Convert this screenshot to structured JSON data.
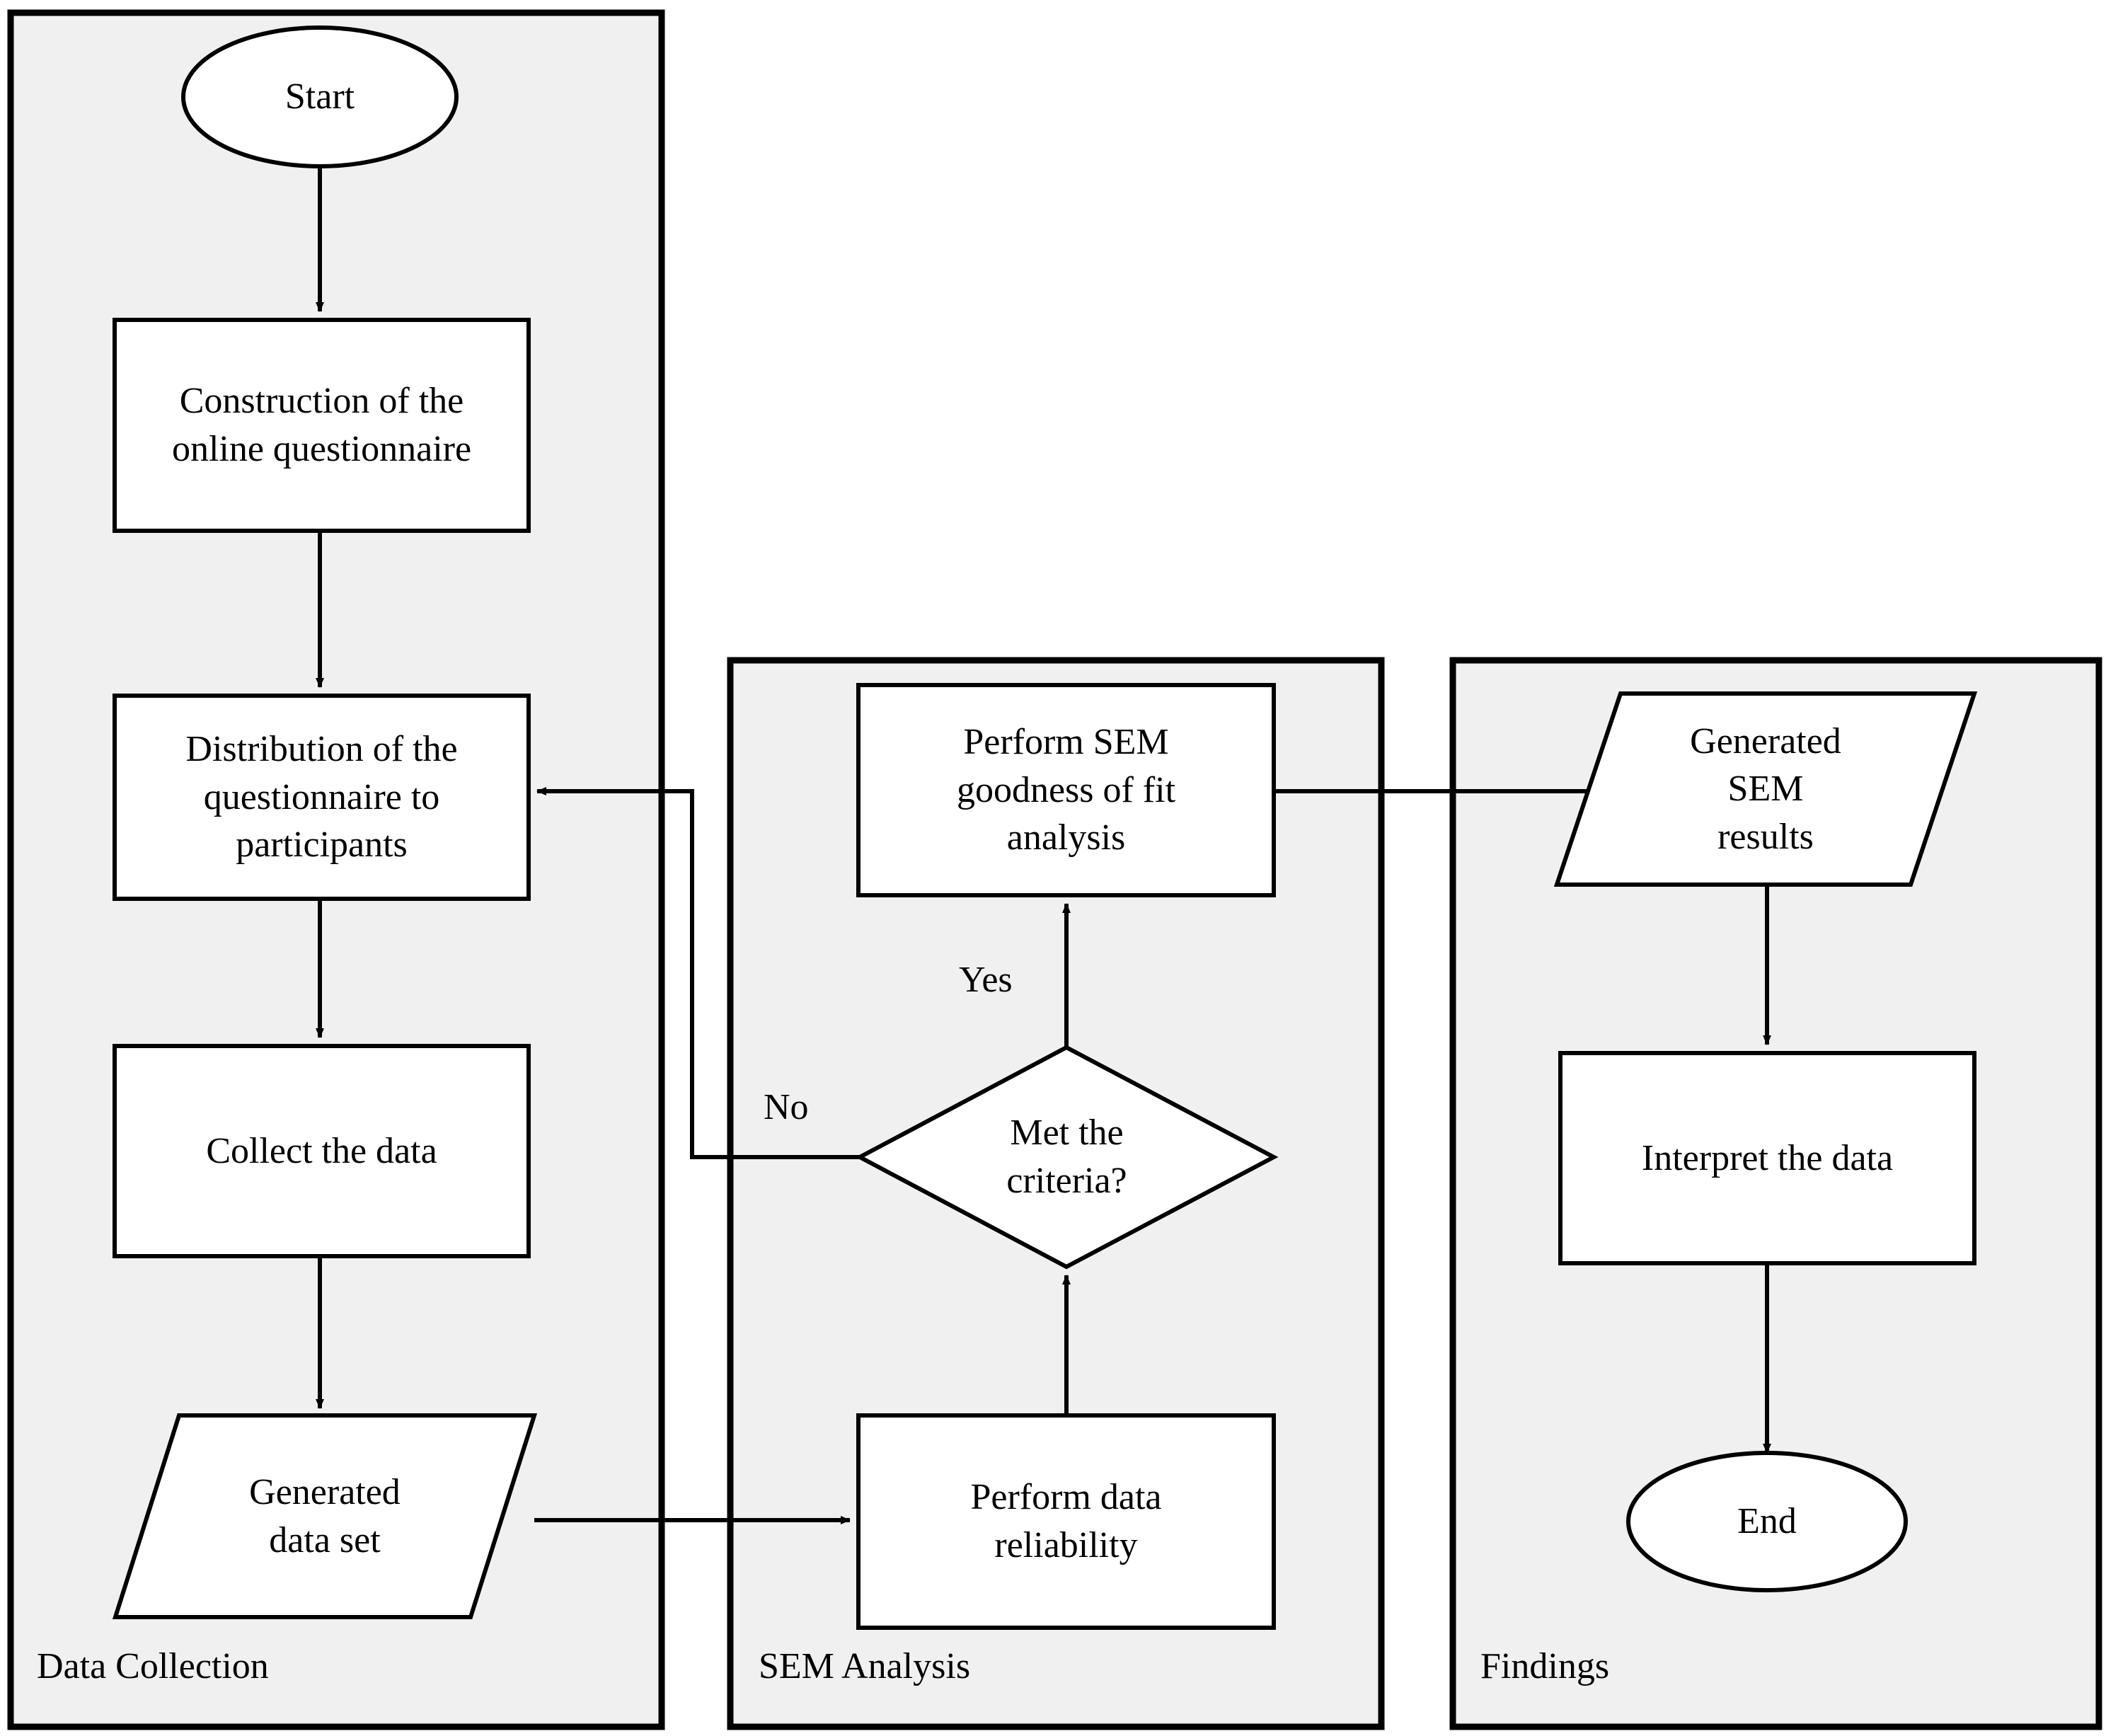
{
  "diagram": {
    "type": "flowchart",
    "title": "",
    "colors": {
      "lane_fill": "#f0f0f0",
      "lane_stroke": "#000000",
      "node_fill": "#ffffff",
      "node_stroke": "#000000",
      "text": "#000000",
      "page_background": "#ffffff"
    },
    "lanes": [
      {
        "id": "data-collection",
        "label": "Data Collection"
      },
      {
        "id": "sem-analysis",
        "label": "SEM Analysis"
      },
      {
        "id": "findings",
        "label": "Findings"
      }
    ],
    "nodes": [
      {
        "id": "start",
        "lane": "data-collection",
        "shape": "ellipse",
        "label": "Start"
      },
      {
        "id": "construction",
        "lane": "data-collection",
        "shape": "rectangle",
        "label": "Construction of the\nonline questionnaire"
      },
      {
        "id": "distribution",
        "lane": "data-collection",
        "shape": "rectangle",
        "label": "Distribution of the\nquestionnaire to\nparticipants"
      },
      {
        "id": "collect",
        "lane": "data-collection",
        "shape": "rectangle",
        "label": "Collect the data"
      },
      {
        "id": "dataset",
        "lane": "data-collection",
        "shape": "parallelogram",
        "label": "Generated\ndata set"
      },
      {
        "id": "goodness",
        "lane": "sem-analysis",
        "shape": "rectangle",
        "label": "Perform SEM\ngoodness of fit\nanalysis"
      },
      {
        "id": "criteria",
        "lane": "sem-analysis",
        "shape": "diamond",
        "label": "Met the\ncriteria?"
      },
      {
        "id": "reliability",
        "lane": "sem-analysis",
        "shape": "rectangle",
        "label": "Perform data\nreliability"
      },
      {
        "id": "semresults",
        "lane": "findings",
        "shape": "parallelogram",
        "label": "Generated\nSEM\nresults"
      },
      {
        "id": "interpret",
        "lane": "findings",
        "shape": "rectangle",
        "label": "Interpret the data"
      },
      {
        "id": "end",
        "lane": "findings",
        "shape": "ellipse",
        "label": "End"
      }
    ],
    "edges": [
      {
        "from": "start",
        "to": "construction",
        "label": ""
      },
      {
        "from": "construction",
        "to": "distribution",
        "label": ""
      },
      {
        "from": "distribution",
        "to": "collect",
        "label": ""
      },
      {
        "from": "collect",
        "to": "dataset",
        "label": ""
      },
      {
        "from": "dataset",
        "to": "reliability",
        "label": ""
      },
      {
        "from": "reliability",
        "to": "criteria",
        "label": ""
      },
      {
        "from": "criteria",
        "to": "goodness",
        "label": "Yes"
      },
      {
        "from": "criteria",
        "to": "distribution",
        "label": "No"
      },
      {
        "from": "goodness",
        "to": "semresults",
        "label": ""
      },
      {
        "from": "semresults",
        "to": "interpret",
        "label": ""
      },
      {
        "from": "interpret",
        "to": "end",
        "label": ""
      }
    ],
    "edge_labels": {
      "yes": "Yes",
      "no": "No"
    }
  }
}
